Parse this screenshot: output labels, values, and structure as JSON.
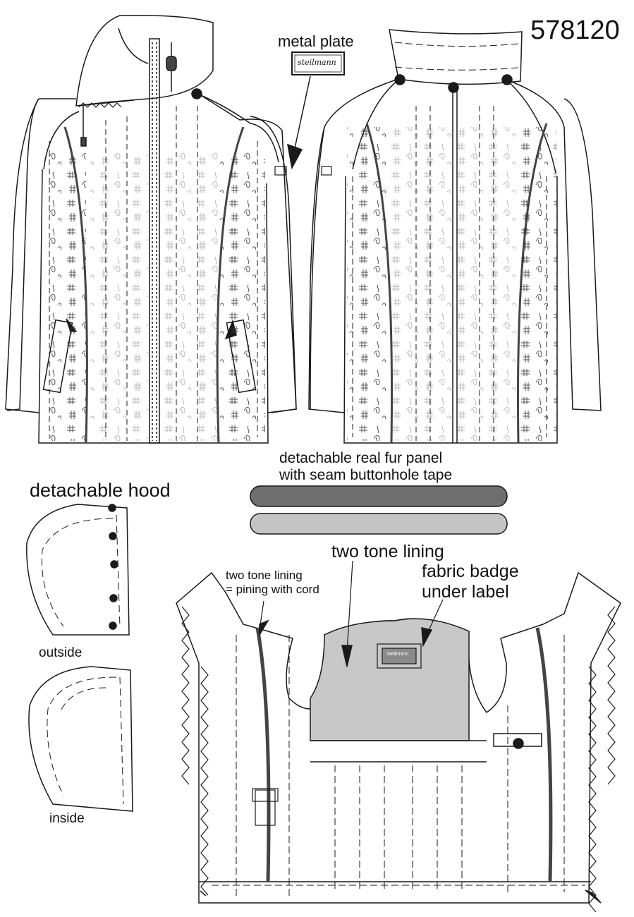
{
  "sheet": {
    "article_number": "578120",
    "metal_plate_label": "metal plate",
    "metal_plate_brand": "steilmann",
    "fur_panel_line1": "detachable real fur panel",
    "fur_panel_line2": "with seam buttonhole tape",
    "hood_title": "detachable hood",
    "hood_outside_label": "outside",
    "hood_inside_label": "inside",
    "lining_title": "two tone lining",
    "piping_line1": "two tone lining",
    "piping_line2": "= pining with cord",
    "badge_line1": "fabric badge",
    "badge_line2": "under label",
    "inner_label_text": "Steilmann"
  },
  "colors": {
    "line": "#1a1a1a",
    "fur_dark": "#6e6e6e",
    "fur_light": "#c4c4c4",
    "lining_grey": "#c8c8c8",
    "badge_grey": "#8a8a8a"
  }
}
